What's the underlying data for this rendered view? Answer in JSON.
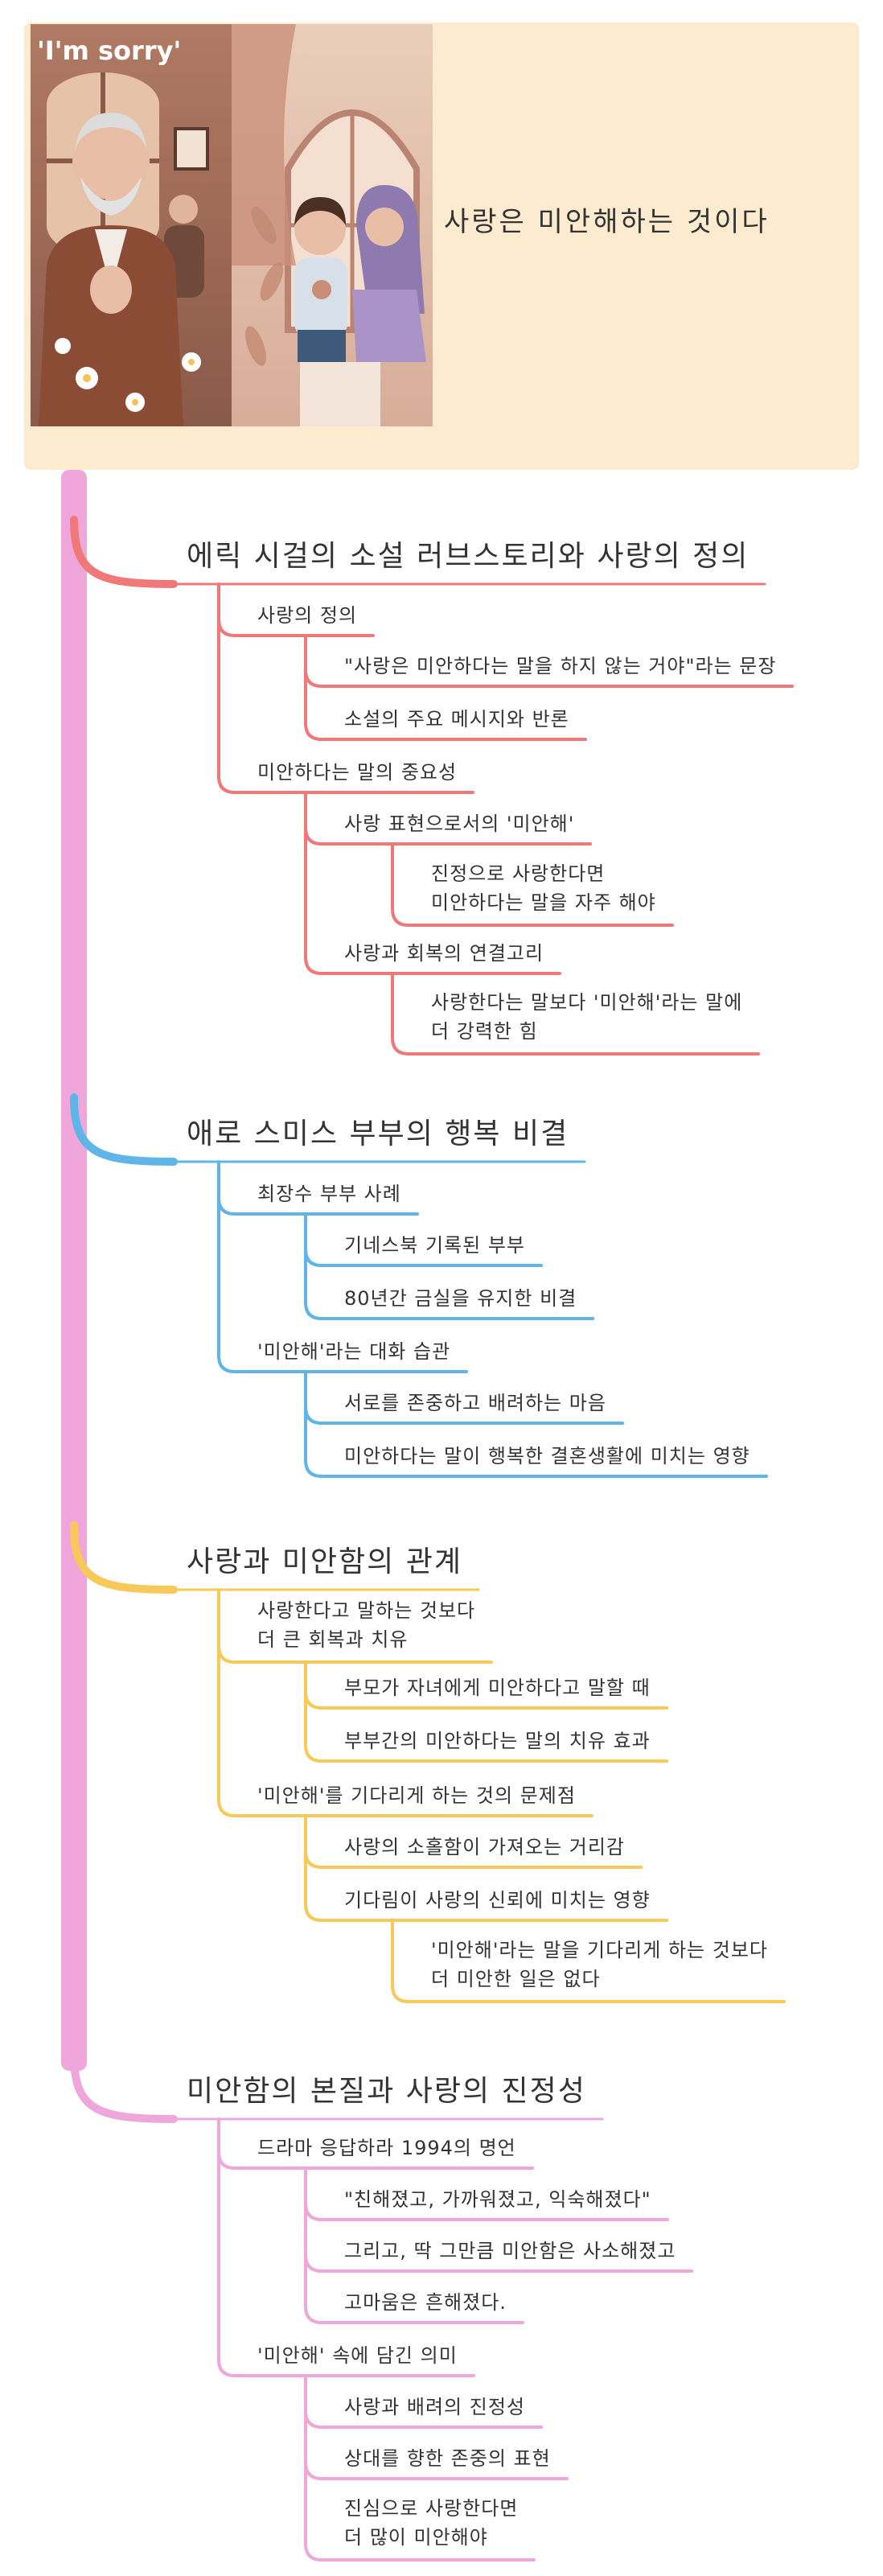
{
  "title": "사랑은 미안해하는 것이다",
  "illustration": {
    "caption": "'I'm sorry'"
  },
  "colors": {
    "root_branch": "#efa7db",
    "branch_1": "#f07878",
    "branch_2": "#5fb4e8",
    "branch_3": "#f7c95a",
    "branch_4": "#efa7db",
    "header_bg": "#fdebd0"
  },
  "branches": [
    {
      "label": "에릭 시걸의 소설 러브스토리와 사랑의 정의",
      "children": [
        {
          "label": "사랑의 정의",
          "children": [
            {
              "label": "\"사랑은 미안하다는 말을 하지 않는 거야\"라는 문장"
            },
            {
              "label": "소설의 주요 메시지와 반론"
            }
          ]
        },
        {
          "label": "미안하다는 말의 중요성",
          "children": [
            {
              "label": "사랑 표현으로서의 '미안해'",
              "children": [
                {
                  "line1": "진정으로 사랑한다면",
                  "line2": "미안하다는 말을 자주 해야"
                }
              ]
            },
            {
              "label": "사랑과 회복의 연결고리",
              "children": [
                {
                  "line1": "사랑한다는 말보다 '미안해'라는 말에",
                  "line2": "더 강력한 힘"
                }
              ]
            }
          ]
        }
      ]
    },
    {
      "label": "애로 스미스 부부의 행복 비결",
      "children": [
        {
          "label": "최장수 부부 사례",
          "children": [
            {
              "label": "기네스북 기록된 부부"
            },
            {
              "label": "80년간 금실을 유지한 비결"
            }
          ]
        },
        {
          "label": "'미안해'라는 대화 습관",
          "children": [
            {
              "label": "서로를 존중하고 배려하는 마음"
            },
            {
              "label": "미안하다는 말이 행복한 결혼생활에 미치는 영향"
            }
          ]
        }
      ]
    },
    {
      "label": "사랑과 미안함의 관계",
      "children": [
        {
          "line1": "사랑한다고 말하는 것보다",
          "line2": "더 큰 회복과 치유",
          "children": [
            {
              "label": "부모가 자녀에게 미안하다고 말할 때"
            },
            {
              "label": "부부간의 미안하다는 말의 치유 효과"
            }
          ]
        },
        {
          "label": "'미안해'를 기다리게 하는 것의 문제점",
          "children": [
            {
              "label": "사랑의 소홀함이 가져오는 거리감"
            },
            {
              "label": "기다림이 사랑의 신뢰에 미치는 영향",
              "children": [
                {
                  "line1": "'미안해'라는 말을 기다리게 하는 것보다",
                  "line2": "더 미안한 일은 없다"
                }
              ]
            }
          ]
        }
      ]
    },
    {
      "label": "미안함의 본질과 사랑의 진정성",
      "children": [
        {
          "label": "드라마 응답하라 1994의 명언",
          "children": [
            {
              "label": "\"친해졌고, 가까워졌고, 익숙해졌다\""
            },
            {
              "label": "그리고, 딱 그만큼 미안함은 사소해졌고"
            },
            {
              "label": "고마움은 흔해졌다."
            }
          ]
        },
        {
          "label": "'미안해' 속에 담긴 의미",
          "children": [
            {
              "label": "사랑과 배려의 진정성"
            },
            {
              "label": "상대를 향한 존중의 표현"
            },
            {
              "line1": "진심으로 사랑한다면",
              "line2": "더 많이 미안해야"
            }
          ]
        }
      ]
    }
  ]
}
